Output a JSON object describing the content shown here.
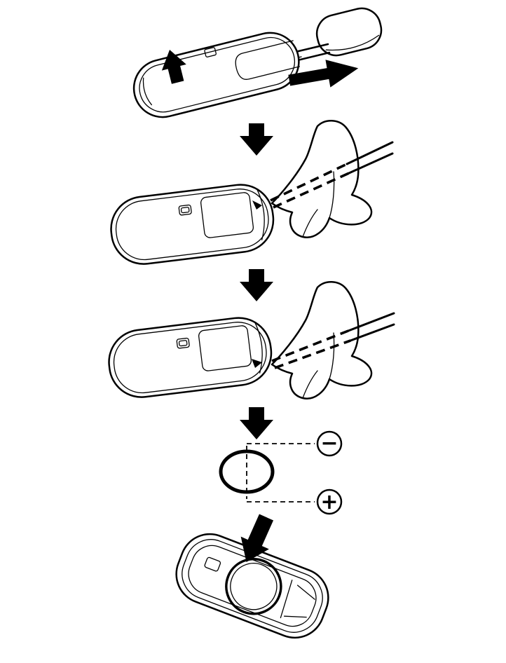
{
  "diagram": {
    "battery": {
      "negative_label": "−",
      "positive_label": "+"
    },
    "icons": {
      "release_arrow": "up-arrow",
      "slide_out_arrow": "right-arrow",
      "step_arrow": "down-arrow",
      "insert_arrow": "down-left-arrow",
      "pry_point_arrow": "left-arrowhead"
    },
    "colors": {
      "line": "#000000",
      "arrow": "#000000",
      "background": "#ffffff"
    }
  }
}
